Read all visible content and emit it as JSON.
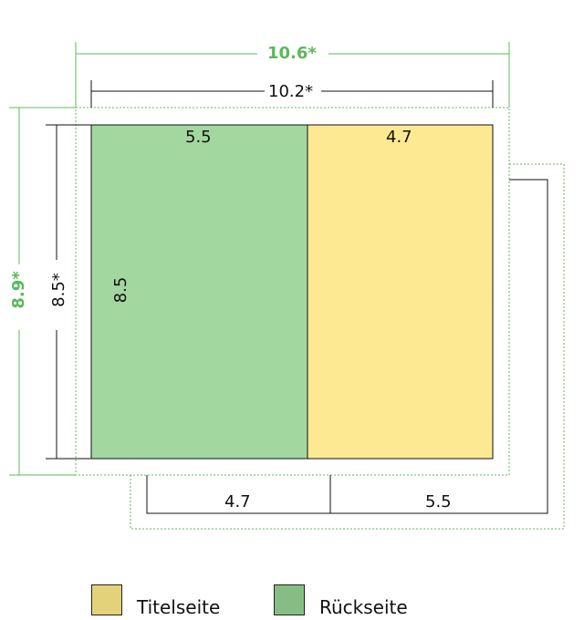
{
  "colors": {
    "back_panel": "#a3d7a0",
    "front_panel": "#fde992",
    "legend_title": "#e4d27a",
    "legend_back": "#86bd85",
    "outer_dim": "#5cb85c",
    "line": "#111111"
  },
  "labels": {
    "outer_width": "10.6*",
    "inner_width": "10.2*",
    "outer_height": "8.9*",
    "inner_height": "8.5*",
    "top_back_width": "5.5",
    "top_front_width": "4.7",
    "back_panel_height": "8.5",
    "bottom_left_width": "4.7",
    "bottom_right_width": "5.5"
  },
  "legend": {
    "front": "Titelseite",
    "back": "Rückseite"
  }
}
